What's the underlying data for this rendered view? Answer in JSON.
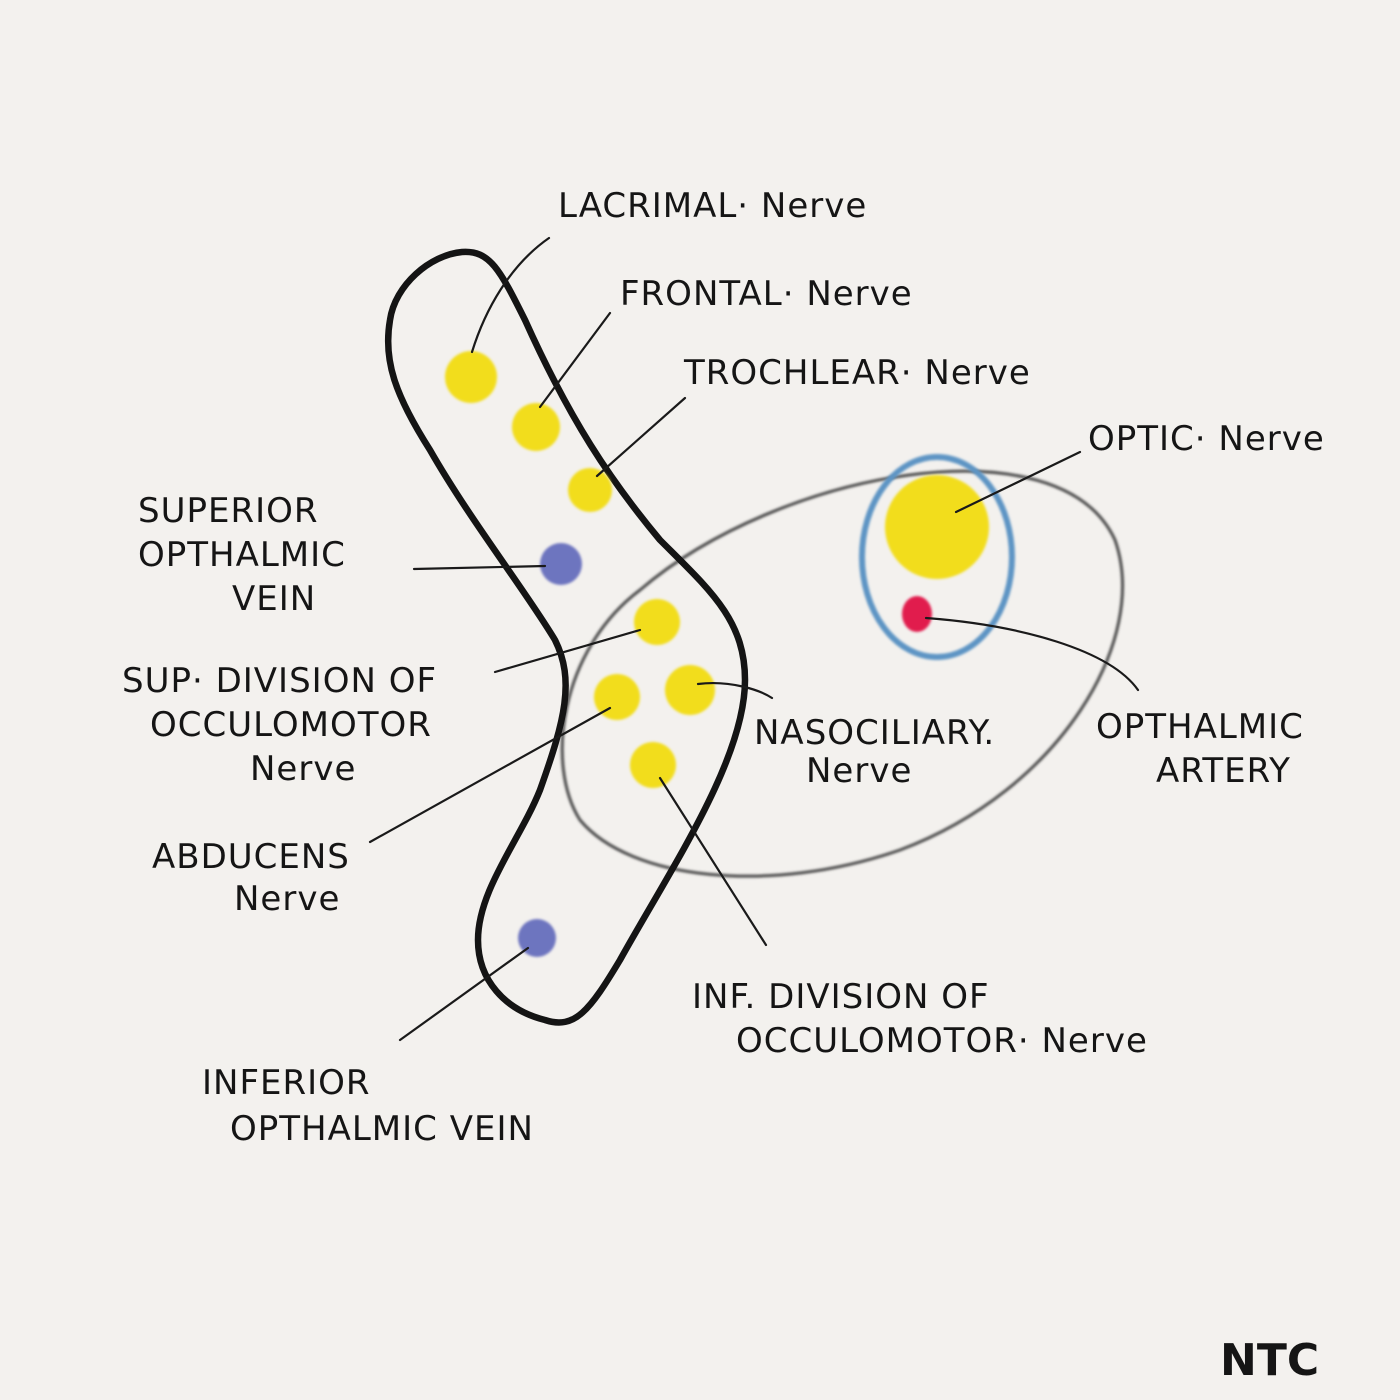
{
  "colors": {
    "nerve": "#f2dd1b",
    "vein": "#6d74bf",
    "artery": "#e11a4d",
    "sheath": "#5d94c4",
    "outline": "#151515",
    "ring": "#4b4b4b",
    "background": "#f3f1ee"
  },
  "labels": {
    "lacrimal": "LACRIMAL· Nerve",
    "frontal": "FRONTAL· Nerve",
    "trochlear": "TROCHLEAR· Nerve",
    "optic": "OPTIC· Nerve",
    "superior_vein": [
      "SUPERIOR",
      "OPTHALMIC",
      "VEIN"
    ],
    "sup_division": [
      "SUP· DIVISION OF",
      "OCCULOMOTOR",
      "Nerve"
    ],
    "nasociliary": [
      "NASOCILIARY.",
      "Nerve"
    ],
    "ophthalmic_artery": [
      "OPTHALMIC",
      "ARTERY"
    ],
    "abducens": [
      "ABDUCENS",
      "Nerve"
    ],
    "inf_division": [
      "INF. DIVISION OF",
      "OCCULOMOTOR· Nerve"
    ],
    "inferior_vein": [
      "INFERIOR",
      "OPTHALMIC VEIN"
    ],
    "signature": "NTC"
  }
}
